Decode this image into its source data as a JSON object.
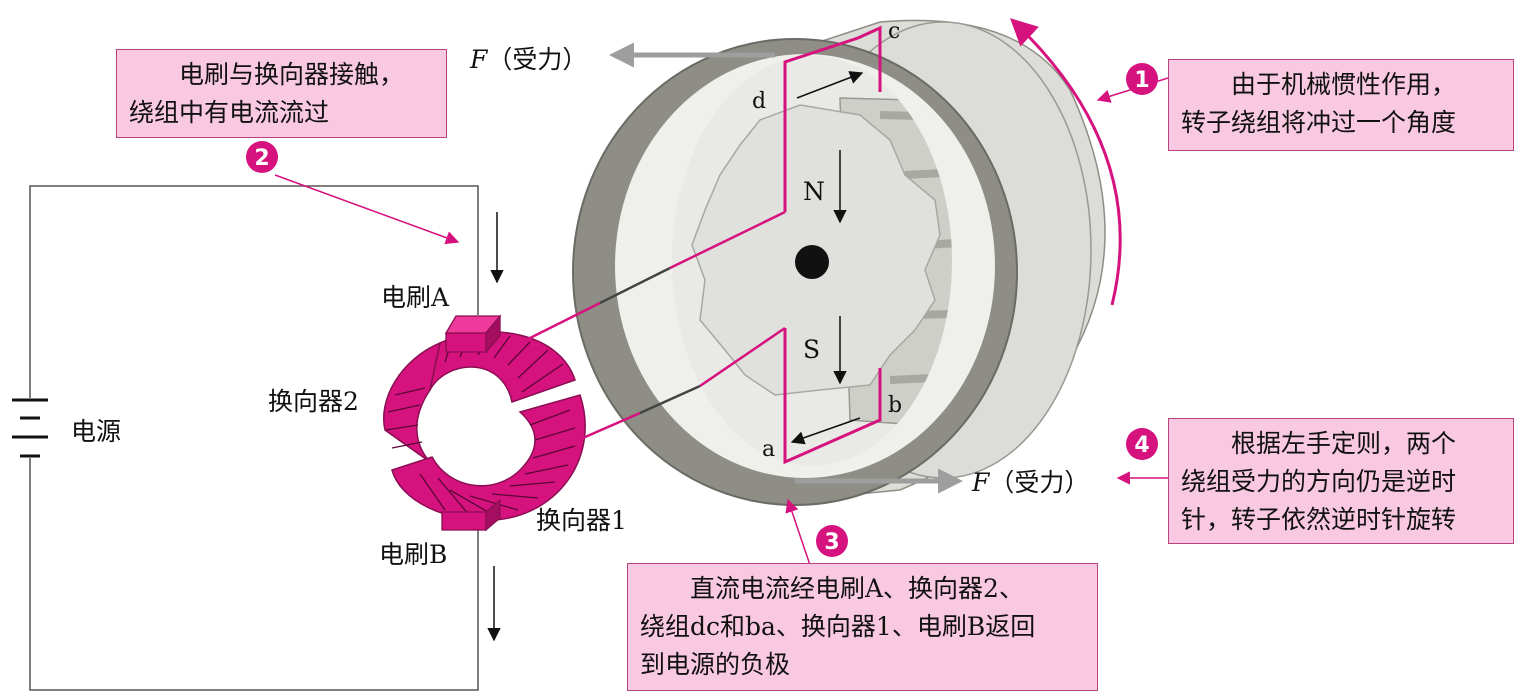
{
  "colors": {
    "magenta": "#d6127e",
    "note_bg": "#f9c8e1",
    "note_border": "#b8447f",
    "gray_ring": "#8e8e86",
    "light_gray": "#d9d9d5",
    "force_arrow": "#9e9e9e"
  },
  "labels": {
    "brush_a": "电刷A",
    "brush_b": "电刷B",
    "commutator_2": "换向器2",
    "commutator_1": "换向器1",
    "power_source": "电源",
    "pole_n": "N",
    "pole_s": "S",
    "corner_a": "a",
    "corner_b": "b",
    "corner_c": "c",
    "corner_d": "d",
    "force_top_symbol": "F",
    "force_top_text": "（受力）",
    "force_bottom_symbol": "F",
    "force_bottom_text": "（受力）"
  },
  "notes": {
    "n1": {
      "number": "1",
      "line1": "由于机械惯性作用，",
      "line2": "转子绕组将冲过一个角度"
    },
    "n2": {
      "number": "2",
      "line1": "电刷与换向器接触，",
      "line2": "绕组中有电流流过"
    },
    "n3": {
      "number": "3",
      "line1": "直流电流经电刷A、换向器2、",
      "line2": "绕组dc和ba、换向器1、电刷B返回",
      "line3": "到电源的负极"
    },
    "n4": {
      "number": "4",
      "line1": "根据左手定则，两个",
      "line2": "绕组受力的方向仍是逆时",
      "line3": "针，转子依然逆时针旋转"
    }
  }
}
